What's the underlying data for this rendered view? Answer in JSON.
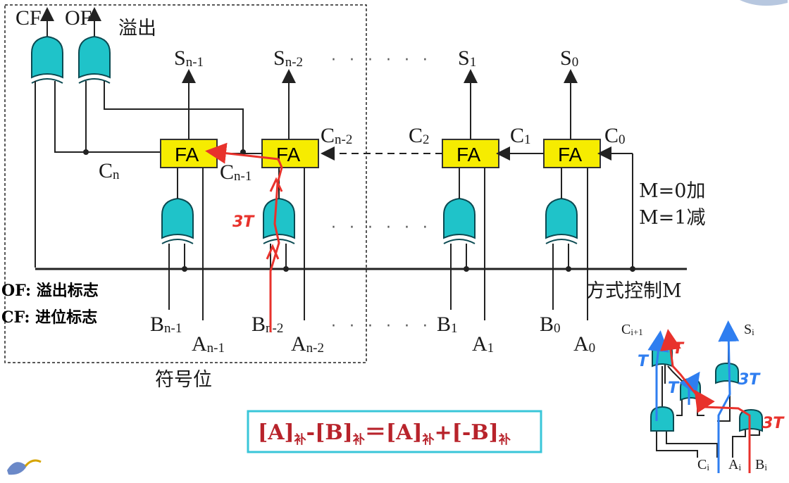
{
  "top": {
    "cf": "CF",
    "of": "OF",
    "overflow": "溢出"
  },
  "outputs": [
    {
      "letter": "S",
      "sub": "n-1"
    },
    {
      "letter": "S",
      "sub": "n-2"
    },
    {
      "letter": "S",
      "sub": "1"
    },
    {
      "letter": "S",
      "sub": "0"
    }
  ],
  "fa_label": "FA",
  "carries": {
    "c0": {
      "letter": "C",
      "sub": "0"
    },
    "c1": {
      "letter": "C",
      "sub": "1"
    },
    "c2": {
      "letter": "C",
      "sub": "2"
    },
    "cn2": {
      "letter": "C",
      "sub": "n-2"
    },
    "cn1": {
      "letter": "C",
      "sub": "n-1"
    },
    "cn": {
      "letter": "C",
      "sub": "n"
    }
  },
  "mode": {
    "add": "M=0加",
    "sub": "M=1减",
    "control": "方式控制M"
  },
  "inputs": [
    {
      "letter": "B",
      "sub": "n-1"
    },
    {
      "letter": "A",
      "sub": "n-1"
    },
    {
      "letter": "B",
      "sub": "n-2"
    },
    {
      "letter": "A",
      "sub": "n-2"
    },
    {
      "letter": "B",
      "sub": "1"
    },
    {
      "letter": "A",
      "sub": "1"
    },
    {
      "letter": "B",
      "sub": "0"
    },
    {
      "letter": "A",
      "sub": "0"
    }
  ],
  "legend": {
    "of": "OF: 溢出标志",
    "cf": "CF: 进位标志"
  },
  "sign_bit": "符号位",
  "annotations": {
    "red_3t": "3T",
    "blue_t1": "T",
    "red_t": "T",
    "blue_t2": "T",
    "blue_3t": "3T",
    "red_3t_small": "3T"
  },
  "detail": {
    "ci1": {
      "letter": "C",
      "sub": "i+1"
    },
    "si": {
      "letter": "S",
      "sub": "i"
    },
    "ci": {
      "letter": "C",
      "sub": "i"
    },
    "ai": {
      "letter": "A",
      "sub": "i"
    },
    "bi": {
      "letter": "B",
      "sub": "i"
    }
  },
  "formula": {
    "p1": "[A]",
    "s1": "补",
    "p2": "-[B]",
    "s2": "补",
    "p3": "＝[A]",
    "s3": "补",
    "p4": "+[-B]",
    "s4": "补"
  },
  "dots_label": "· · · · · ·",
  "colors": {
    "gate": "#1fc3c9",
    "fa": "#f6ec00",
    "red": "#e8322c",
    "blue": "#2f7ef0",
    "formula": "#b8232b",
    "formula_border": "#39c6d9"
  }
}
